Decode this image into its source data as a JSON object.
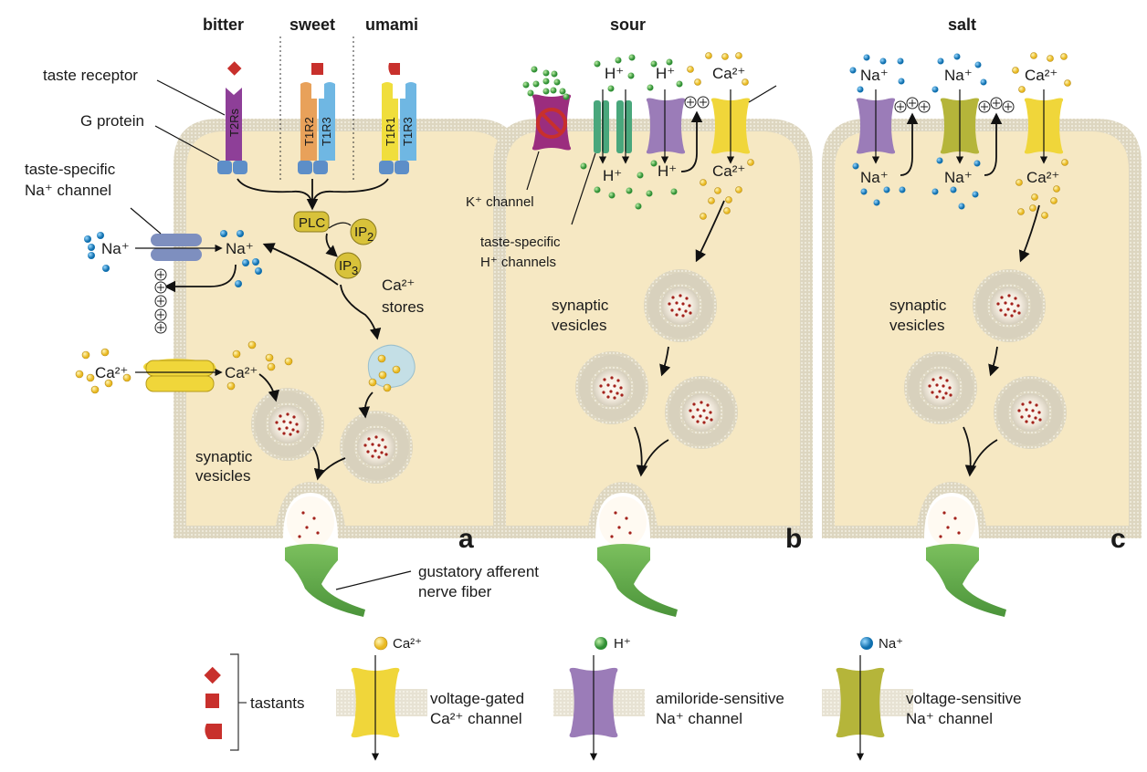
{
  "figure": {
    "headers": {
      "bitter": "bitter",
      "sweet": "sweet",
      "umami": "umami",
      "sour": "sour",
      "salt": "salt"
    },
    "panel_labels": [
      "a",
      "b",
      "c"
    ],
    "panel_a": {
      "taste_receptor": "taste receptor",
      "g_protein": "G protein",
      "na_channel_label_1": "taste-specific",
      "na_channel_label_2": "Na⁺ channel",
      "receptors": [
        "T2Rs",
        "T1R2",
        "T1R3",
        "T1R1",
        "T1R3"
      ],
      "plc": "PLC",
      "ip2": "IP",
      "ip2_sub": "2",
      "ip3": "IP",
      "ip3_sub": "3",
      "ca_stores_1": "Ca²⁺",
      "ca_stores_2": "stores",
      "na_out": "Na⁺",
      "na_in": "Na⁺",
      "ca_out": "Ca²⁺",
      "ca_in": "Ca²⁺",
      "synaptic_1": "synaptic",
      "synaptic_2": "vesicles",
      "nerve_1": "gustatory afferent",
      "nerve_2": "nerve fiber"
    },
    "panel_b": {
      "k_channel": "K⁺ channel",
      "h_channels_1": "taste-specific",
      "h_channels_2": "H⁺ channels",
      "h_out_1": "H⁺",
      "h_out_2": "H⁺",
      "h_in_1": "H⁺",
      "h_in_2": "H⁺",
      "ca_out": "Ca²⁺",
      "ca_in": "Ca²⁺",
      "synaptic_1": "synaptic",
      "synaptic_2": "vesicles"
    },
    "panel_c": {
      "na_out_1": "Na⁺",
      "na_out_2": "Na⁺",
      "na_in_1": "Na⁺",
      "na_in_2": "Na⁺",
      "ca_out": "Ca²⁺",
      "ca_in": "Ca²⁺",
      "synaptic_1": "synaptic",
      "synaptic_2": "vesicles"
    },
    "legend": {
      "tastants": "tastants",
      "ca_ion": "Ca²⁺",
      "h_ion": "H⁺",
      "na_ion": "Na⁺",
      "ca_channel_1": "voltage-gated",
      "ca_channel_2": "Ca²⁺ channel",
      "amiloride_1": "amiloride-sensitive",
      "amiloride_2": "Na⁺ channel",
      "voltage_na_1": "voltage-sensitive",
      "voltage_na_2": "Na⁺ channel"
    },
    "colors": {
      "cytoplasm": "#f6e8c3",
      "membrane": "#d9d3bd",
      "ca_ion": "#f2cc3a",
      "h_ion": "#4bab4b",
      "na_ion": "#1b8fcf",
      "tastant": "#c8302c",
      "t2r": "#8e3f98",
      "t1r2": "#e8a15a",
      "t1r3": "#6fb7e3",
      "t1r1": "#f0de3c",
      "g_protein": "#5d8ec8",
      "nerve": "#5fa84a",
      "amiloride_channel": "#9b7cb8",
      "voltage_na_channel": "#b5b53a",
      "ca_channel": "#f0d63a",
      "h_channel": "#49a77c",
      "k_channel": "#9b2d7e"
    }
  }
}
